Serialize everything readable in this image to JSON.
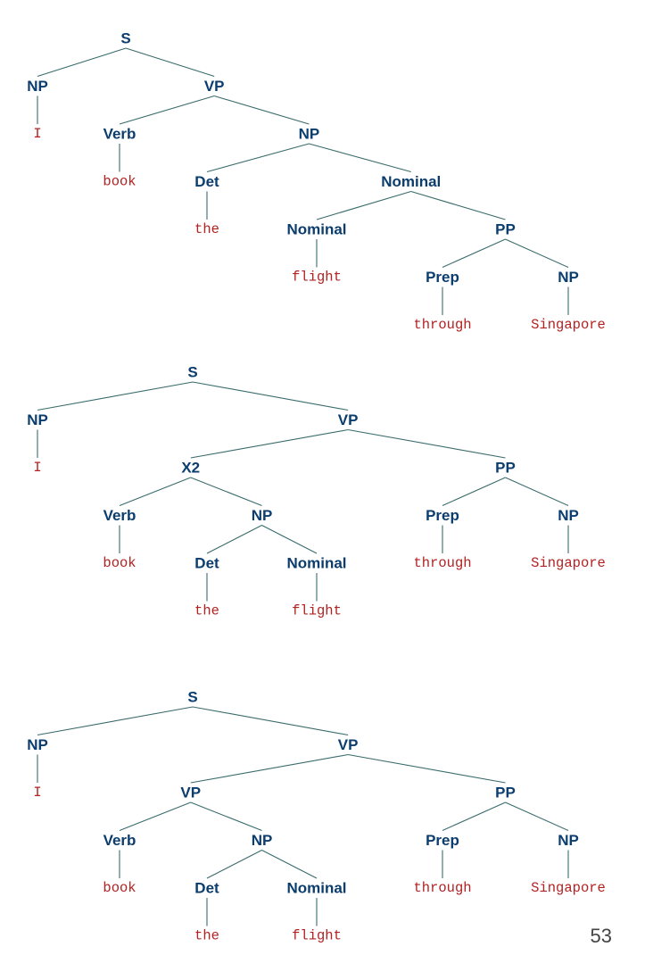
{
  "trees": [
    {
      "label": "S",
      "children": [
        {
          "label": "NP",
          "children": [
            {
              "word": "I"
            }
          ]
        },
        {
          "label": "VP",
          "children": [
            {
              "label": "Verb",
              "children": [
                {
                  "word": "book"
                }
              ]
            },
            {
              "label": "NP",
              "children": [
                {
                  "label": "Det",
                  "children": [
                    {
                      "word": "the"
                    }
                  ]
                },
                {
                  "label": "Nominal",
                  "children": [
                    {
                      "label": "Nominal",
                      "children": [
                        {
                          "word": "flight"
                        }
                      ]
                    },
                    {
                      "label": "PP",
                      "children": [
                        {
                          "label": "Prep",
                          "children": [
                            {
                              "word": "through"
                            }
                          ]
                        },
                        {
                          "label": "NP",
                          "children": [
                            {
                              "word": "Singapore"
                            }
                          ]
                        }
                      ]
                    }
                  ]
                }
              ]
            }
          ]
        }
      ]
    },
    {
      "label": "S",
      "children": [
        {
          "label": "NP",
          "children": [
            {
              "word": "I"
            }
          ]
        },
        {
          "label": "VP",
          "children": [
            {
              "label": "X2",
              "children": [
                {
                  "label": "Verb",
                  "children": [
                    {
                      "word": "book"
                    }
                  ]
                },
                {
                  "label": "NP",
                  "children": [
                    {
                      "label": "Det",
                      "children": [
                        {
                          "word": "the"
                        }
                      ]
                    },
                    {
                      "label": "Nominal",
                      "children": [
                        {
                          "word": "flight"
                        }
                      ]
                    }
                  ]
                }
              ]
            },
            {
              "label": "PP",
              "children": [
                {
                  "label": "Prep",
                  "children": [
                    {
                      "word": "through"
                    }
                  ]
                },
                {
                  "label": "NP",
                  "children": [
                    {
                      "word": "Singapore"
                    }
                  ]
                }
              ]
            }
          ]
        }
      ]
    },
    {
      "label": "S",
      "children": [
        {
          "label": "NP",
          "children": [
            {
              "word": "I"
            }
          ]
        },
        {
          "label": "VP",
          "children": [
            {
              "label": "VP",
              "children": [
                {
                  "label": "Verb",
                  "children": [
                    {
                      "word": "book"
                    }
                  ]
                },
                {
                  "label": "NP",
                  "children": [
                    {
                      "label": "Det",
                      "children": [
                        {
                          "word": "the"
                        }
                      ]
                    },
                    {
                      "label": "Nominal",
                      "children": [
                        {
                          "word": "flight"
                        }
                      ]
                    }
                  ]
                }
              ]
            },
            {
              "label": "PP",
              "children": [
                {
                  "label": "Prep",
                  "children": [
                    {
                      "word": "through"
                    }
                  ]
                },
                {
                  "label": "NP",
                  "children": [
                    {
                      "word": "Singapore"
                    }
                  ]
                }
              ]
            }
          ]
        }
      ]
    }
  ],
  "colors": {
    "node_label": "#0b3d6e",
    "word": "#b22222",
    "edge": "#3a6b6b"
  },
  "page_number": "53"
}
